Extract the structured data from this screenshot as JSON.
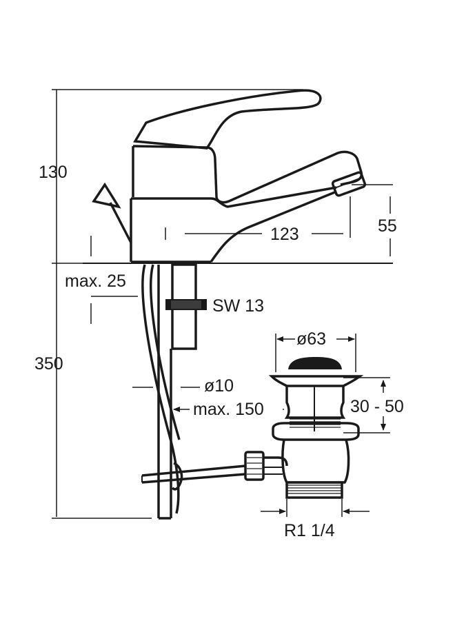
{
  "dimensions": {
    "height_total_top": "130",
    "spout_reach": "123",
    "spout_height": "55",
    "deck_thickness": "max. 25",
    "wrench_size": "SW 13",
    "hose_length": "350",
    "hose_diameter": "ø10",
    "rod_distance": "max. 150",
    "waste_diameter": "ø63",
    "waste_adjust": "30 - 50",
    "waste_thread": "R1 1/4"
  }
}
